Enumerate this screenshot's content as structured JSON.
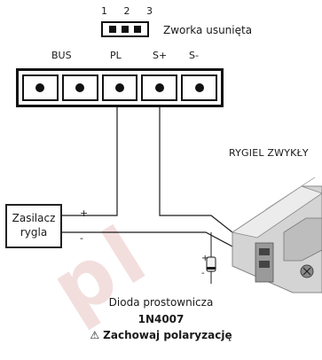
{
  "jumper": {
    "pins": [
      "1",
      "2",
      "3"
    ],
    "label": "Zworka usunięta"
  },
  "terminals": [
    "BUS",
    "PL",
    "S+",
    "S-"
  ],
  "supply": {
    "line1": "Zasilacz",
    "line2": "rygla",
    "plus": "+",
    "minus": "-"
  },
  "lock": {
    "title": "RYGIEL ZWYKŁY"
  },
  "diode": {
    "caption": "Dioda prostownicza",
    "part": "1N4007",
    "warning_icon": "⚠",
    "warning": "Zachowaj polaryzację",
    "plus": "+",
    "minus": "-"
  },
  "watermark": "pl",
  "colors": {
    "wire": "#1a1a1a",
    "lock_body": "#c9c9c9",
    "watermark": "#f3dede"
  }
}
